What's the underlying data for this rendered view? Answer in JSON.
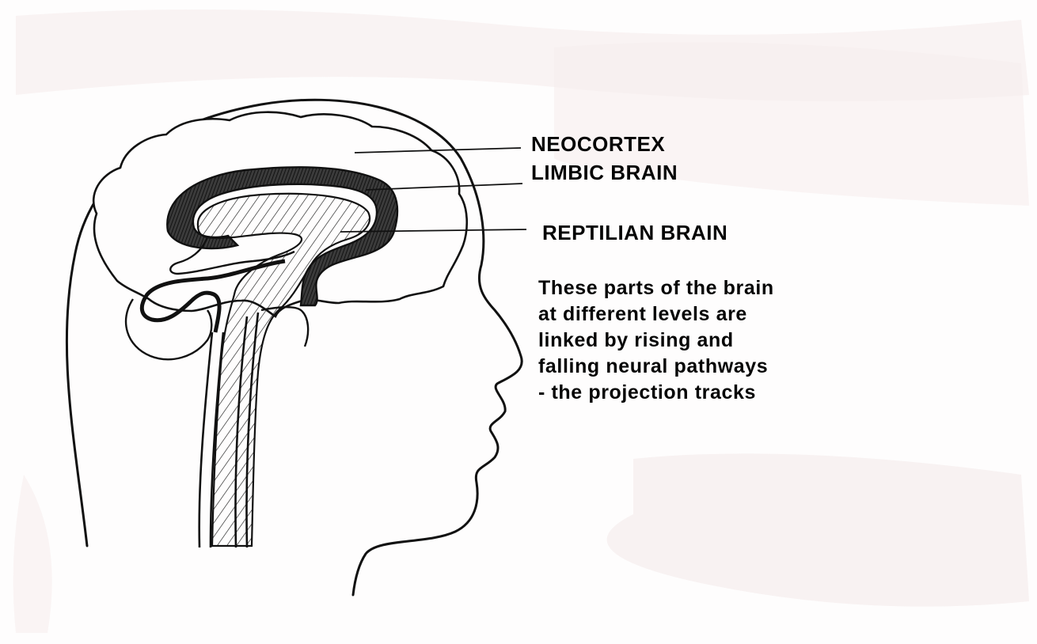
{
  "diagram": {
    "labels": {
      "neocortex": "NEOCORTEX",
      "limbic": "LIMBIC BRAIN",
      "reptilian": "REPTILIAN BRAIN"
    },
    "caption_lines": [
      "These parts of the brain",
      "at different levels are",
      "linked by rising and",
      "falling neural pathways",
      "- the projection tracks"
    ],
    "colors": {
      "ink": "#111111",
      "paper": "#fefdfd",
      "background_blush": "#f6eeee",
      "limbic_shading": "#2a2a2a"
    }
  }
}
